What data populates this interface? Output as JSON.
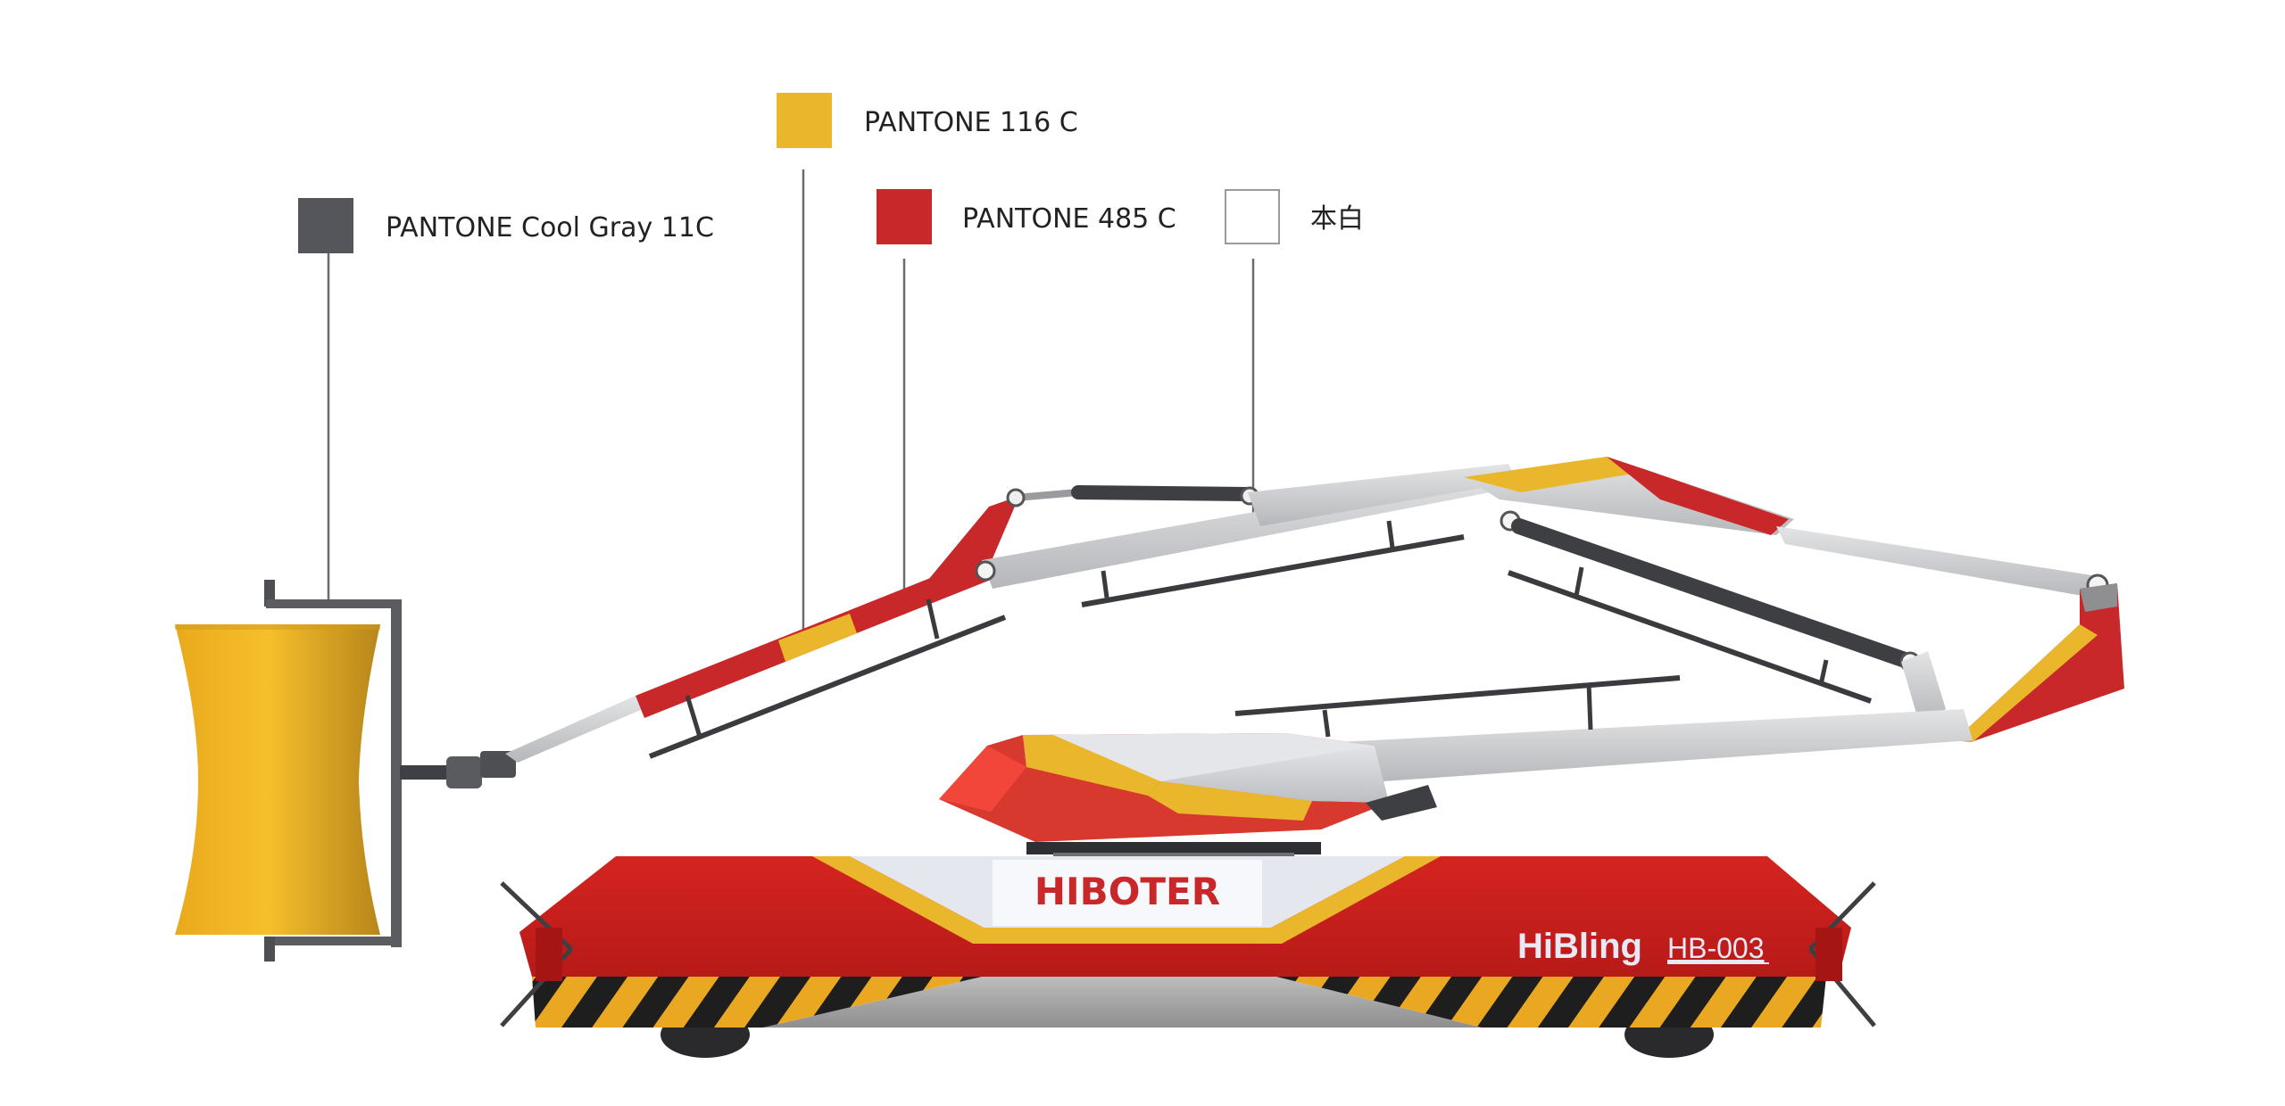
{
  "legend": {
    "cool_gray": {
      "label": "PANTONE Cool Gray 11C",
      "color": "#54565B"
    },
    "yellow_116": {
      "label": "PANTONE 116 C",
      "color": "#EAB62C"
    },
    "red_485": {
      "label": "PANTONE 485 C",
      "color": "#C8282A"
    },
    "white": {
      "label": "本白",
      "color": "#FFFFFF"
    }
  },
  "vehicle": {
    "brand_logo": "HIBOTER",
    "model_name": "HiBling",
    "model_code": "HB-003"
  },
  "colors": {
    "arm_gray": "#C9CACC",
    "arm_gray_dark": "#A9AAAD",
    "hazard_black": "#1E1E1E",
    "roller_yellow": "#F2B425"
  }
}
